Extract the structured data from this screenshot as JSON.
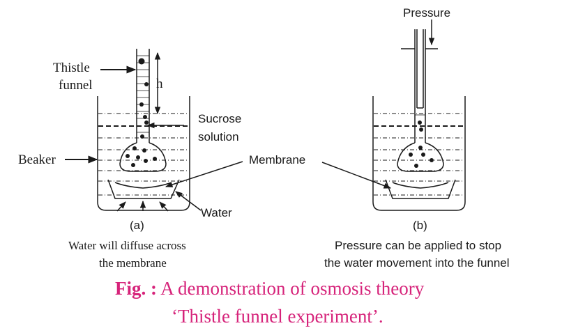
{
  "figure": {
    "panel_a": {
      "sub_label": "(a)",
      "labels": {
        "thistle_funnel_line1": "Thistle",
        "thistle_funnel_line2": "funnel",
        "h": "h",
        "sucrose_line1": "Sucrose",
        "sucrose_line2": "solution",
        "beaker": "Beaker",
        "water": "Water"
      },
      "caption_line1": "Water will diffuse across",
      "caption_line2": "the membrane"
    },
    "panel_b": {
      "sub_label": "(b)",
      "labels": {
        "pressure": "Pressure"
      },
      "caption_line1": "Pressure can be applied to stop",
      "caption_line2": "the water movement into the funnel"
    },
    "shared_labels": {
      "membrane": "Membrane"
    },
    "caption": {
      "prefix": "Fig. :",
      "line1": " A demonstration of osmosis theory",
      "line2": "‘Thistle funnel experiment’."
    },
    "colors": {
      "caption_accent": "#d6237a",
      "ink": "#1a1a1a"
    }
  }
}
